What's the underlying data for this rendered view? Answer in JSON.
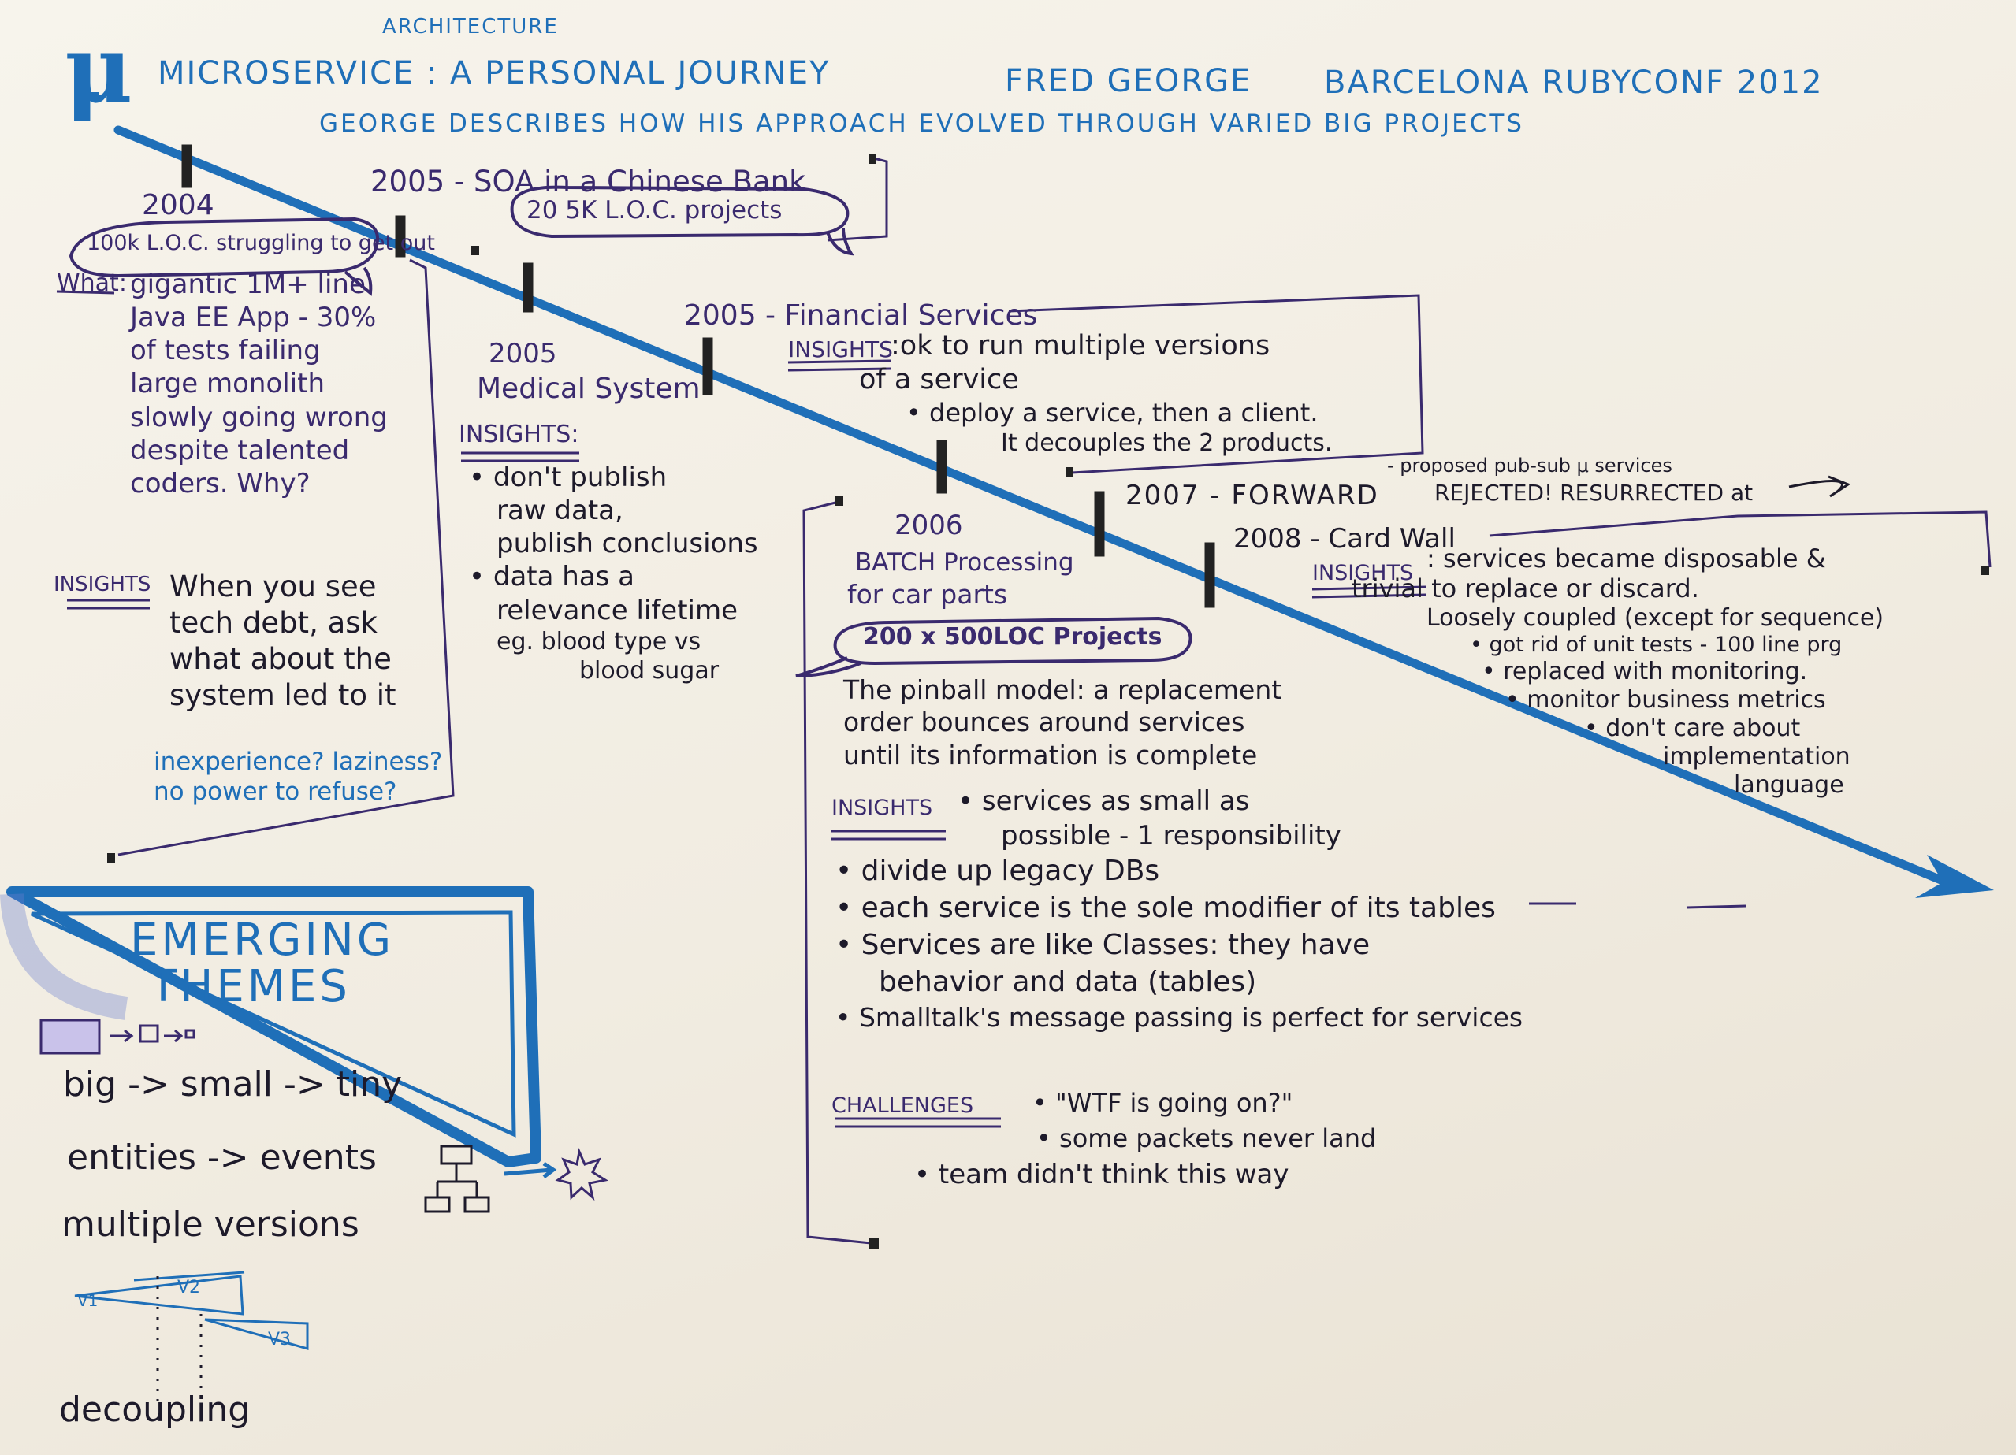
{
  "header": {
    "mu_symbol": "μ",
    "architecture": "Architecture",
    "title": "Microservice : A Personal Journey",
    "speaker": "Fred George",
    "event": "Barcelona RubyConf 2012",
    "subtitle": "George describes how his approach evolved through varied big projects"
  },
  "timeline": {
    "y2004": {
      "year": "2004",
      "bubble": "100k L.O.C. struggling to get out",
      "what_label": "What:",
      "what_lines": [
        "gigantic 1M+ line",
        "Java EE App - 30%",
        "of tests failing",
        "large monolith",
        "slowly going wrong",
        "despite talented",
        "coders. Why?"
      ],
      "insights_label": "INSIGHTS",
      "insights_lines": [
        "When you see",
        "tech debt, ask",
        "what about the",
        "system led to it"
      ],
      "question_lines": [
        "inexperience? laziness?",
        "no power to refuse?"
      ]
    },
    "soa": {
      "heading": "2005 - SOA in a Chinese Bank",
      "bubble": "20 5K L.O.C. projects"
    },
    "medical": {
      "year": "2005",
      "title": "Medical System",
      "insights_label": "INSIGHTS:",
      "lines": [
        "• don't publish",
        "raw data,",
        "publish conclusions",
        "• data has a",
        "relevance lifetime",
        "eg. blood type vs",
        "blood sugar"
      ]
    },
    "financial": {
      "heading": "2005 - Financial Services",
      "insights_label": "INSIGHTS",
      "lines": [
        ":ok to run multiple versions",
        "of a service",
        "• deploy a service, then a client.",
        "It decouples the 2 products."
      ]
    },
    "forward": {
      "heading": "2007 - FORWARD",
      "note_lines": [
        "- proposed pub-sub μ services",
        "REJECTED! RESURRECTED at"
      ]
    },
    "card_wall": {
      "heading": "2008 - Card Wall",
      "insights_label": "INSIGHTS",
      "lines": [
        ": services became disposable &",
        "trivial to replace or discard.",
        "Loosely coupled (except for sequence)",
        "• got rid of unit tests - 100 line prg",
        "• replaced with monitoring.",
        "• monitor business metrics",
        "• don't care about",
        "implementation",
        "language"
      ]
    },
    "batch": {
      "year": "2006",
      "title_lines": [
        "BATCH Processing",
        "for car parts"
      ],
      "bubble": "200 x 500LOC Projects",
      "pinball_lines": [
        "The pinball model: a replacement",
        "order bounces around services",
        "until its information is complete"
      ],
      "insights_label": "INSIGHTS",
      "insights_lines": [
        "• services as small as",
        "possible - 1 responsibility",
        "• divide up legacy DBs",
        "• each service is the sole modifier of its tables",
        "• Services are like Classes: they have",
        "behavior and data (tables)",
        "• Smalltalk's message passing is perfect for services"
      ],
      "challenges_label": "CHALLENGES",
      "challenges_lines": [
        "• \"WTF is going on?\"",
        "• some packets never land",
        "• team didn't think this way"
      ]
    }
  },
  "themes": {
    "title_lines": [
      "EMERGING",
      "THEMES"
    ],
    "items": [
      "big -> small -> tiny",
      "entities -> events",
      "multiple versions",
      "decoupling"
    ],
    "version_labels": [
      "V1",
      "V2",
      "V3"
    ]
  },
  "colors": {
    "paper": "#f5f1e8",
    "blue_marker": "#1f6fb8",
    "purple_pen": "#3a2a6e",
    "black_pen": "#1d1a2a"
  }
}
